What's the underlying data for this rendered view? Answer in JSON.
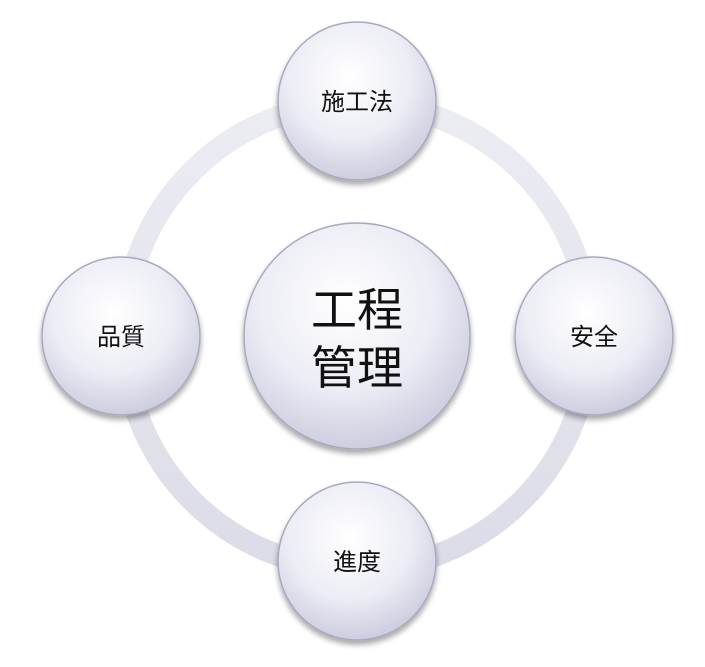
{
  "center": {
    "line1": "工程",
    "line2": "管理"
  },
  "nodes": {
    "top": "施工法",
    "right": "安全",
    "bottom": "進度",
    "left": "品質"
  },
  "colors": {
    "ring": "#e4e4ee",
    "circle_light": "#ffffff",
    "circle_dark": "#c9cade",
    "circle_stroke": "#a8a9bf"
  }
}
